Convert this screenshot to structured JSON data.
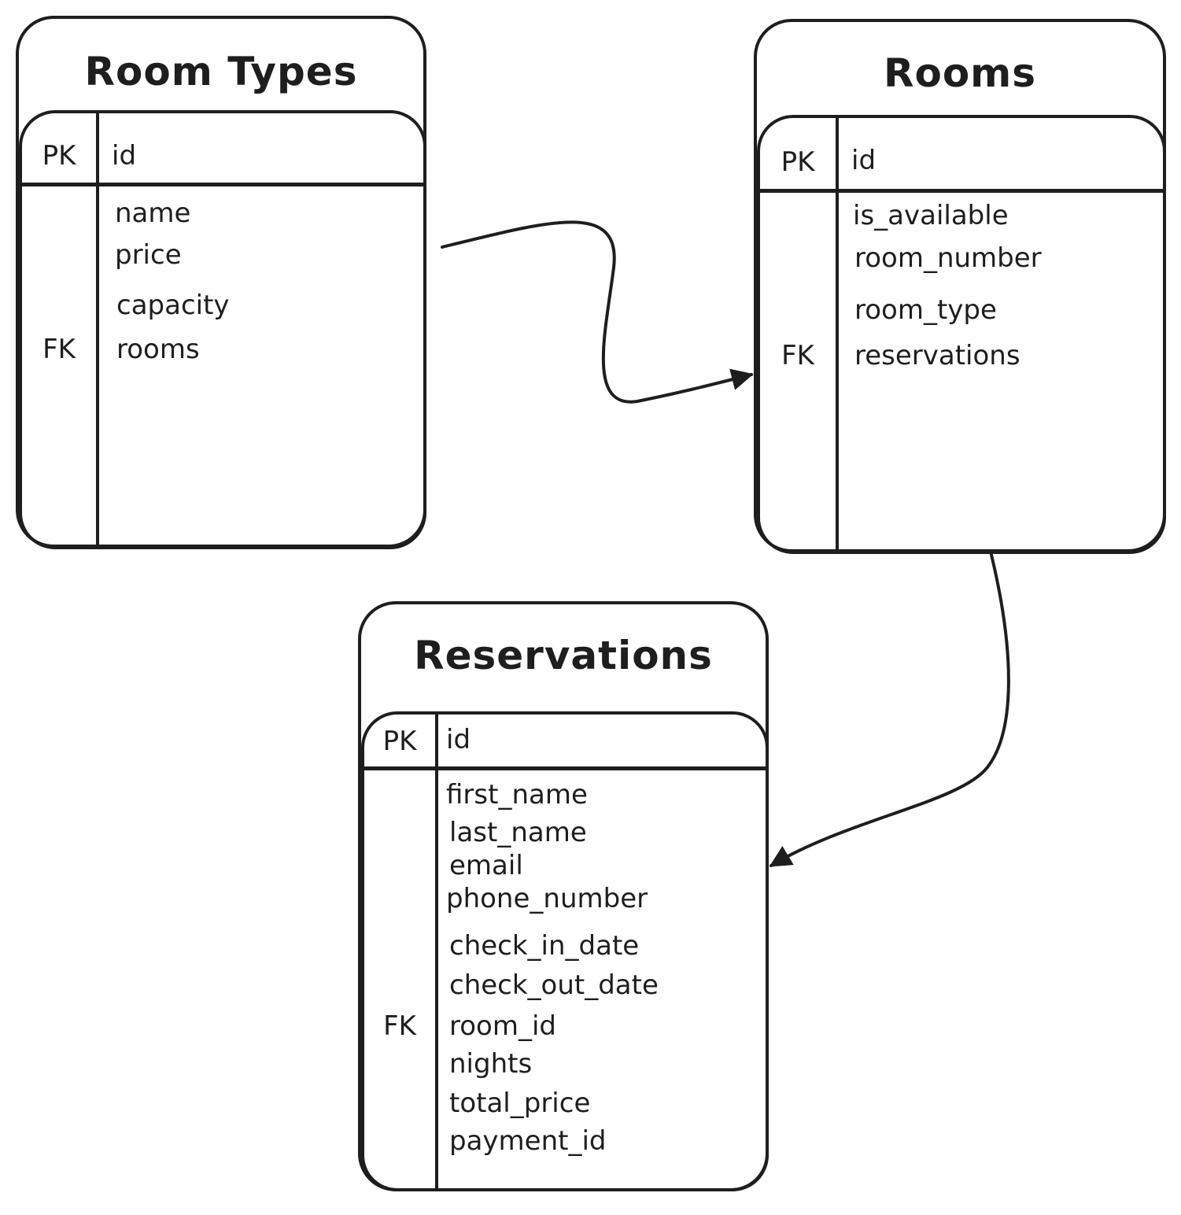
{
  "tables": {
    "room_types": {
      "title": "Room Types",
      "pk": {
        "key": "PK",
        "field": "id"
      },
      "fields": [
        {
          "key": "",
          "name": "name"
        },
        {
          "key": "",
          "name": "price"
        },
        {
          "key": "",
          "name": "capacity"
        },
        {
          "key": "FK",
          "name": "rooms"
        }
      ]
    },
    "rooms": {
      "title": "Rooms",
      "pk": {
        "key": "PK",
        "field": "id"
      },
      "fields": [
        {
          "key": "",
          "name": "is_available"
        },
        {
          "key": "",
          "name": "room_number"
        },
        {
          "key": "",
          "name": "room_type"
        },
        {
          "key": "FK",
          "name": "reservations"
        }
      ]
    },
    "reservations": {
      "title": "Reservations",
      "pk": {
        "key": "PK",
        "field": "id"
      },
      "fields": [
        {
          "key": "",
          "name": "first_name"
        },
        {
          "key": "",
          "name": "last_name"
        },
        {
          "key": "",
          "name": "email"
        },
        {
          "key": "",
          "name": "phone_number"
        },
        {
          "key": "",
          "name": "check_in_date"
        },
        {
          "key": "",
          "name": "check_out_date"
        },
        {
          "key": "FK",
          "name": "room_id"
        },
        {
          "key": "",
          "name": "nights"
        },
        {
          "key": "",
          "name": "total_price"
        },
        {
          "key": "",
          "name": "payment_id"
        }
      ]
    }
  },
  "relationships": [
    {
      "from": "room_types",
      "to": "rooms"
    },
    {
      "from": "rooms",
      "to": "reservations"
    }
  ],
  "colors": {
    "stroke": "#1e1e1e",
    "background": "#ffffff"
  }
}
